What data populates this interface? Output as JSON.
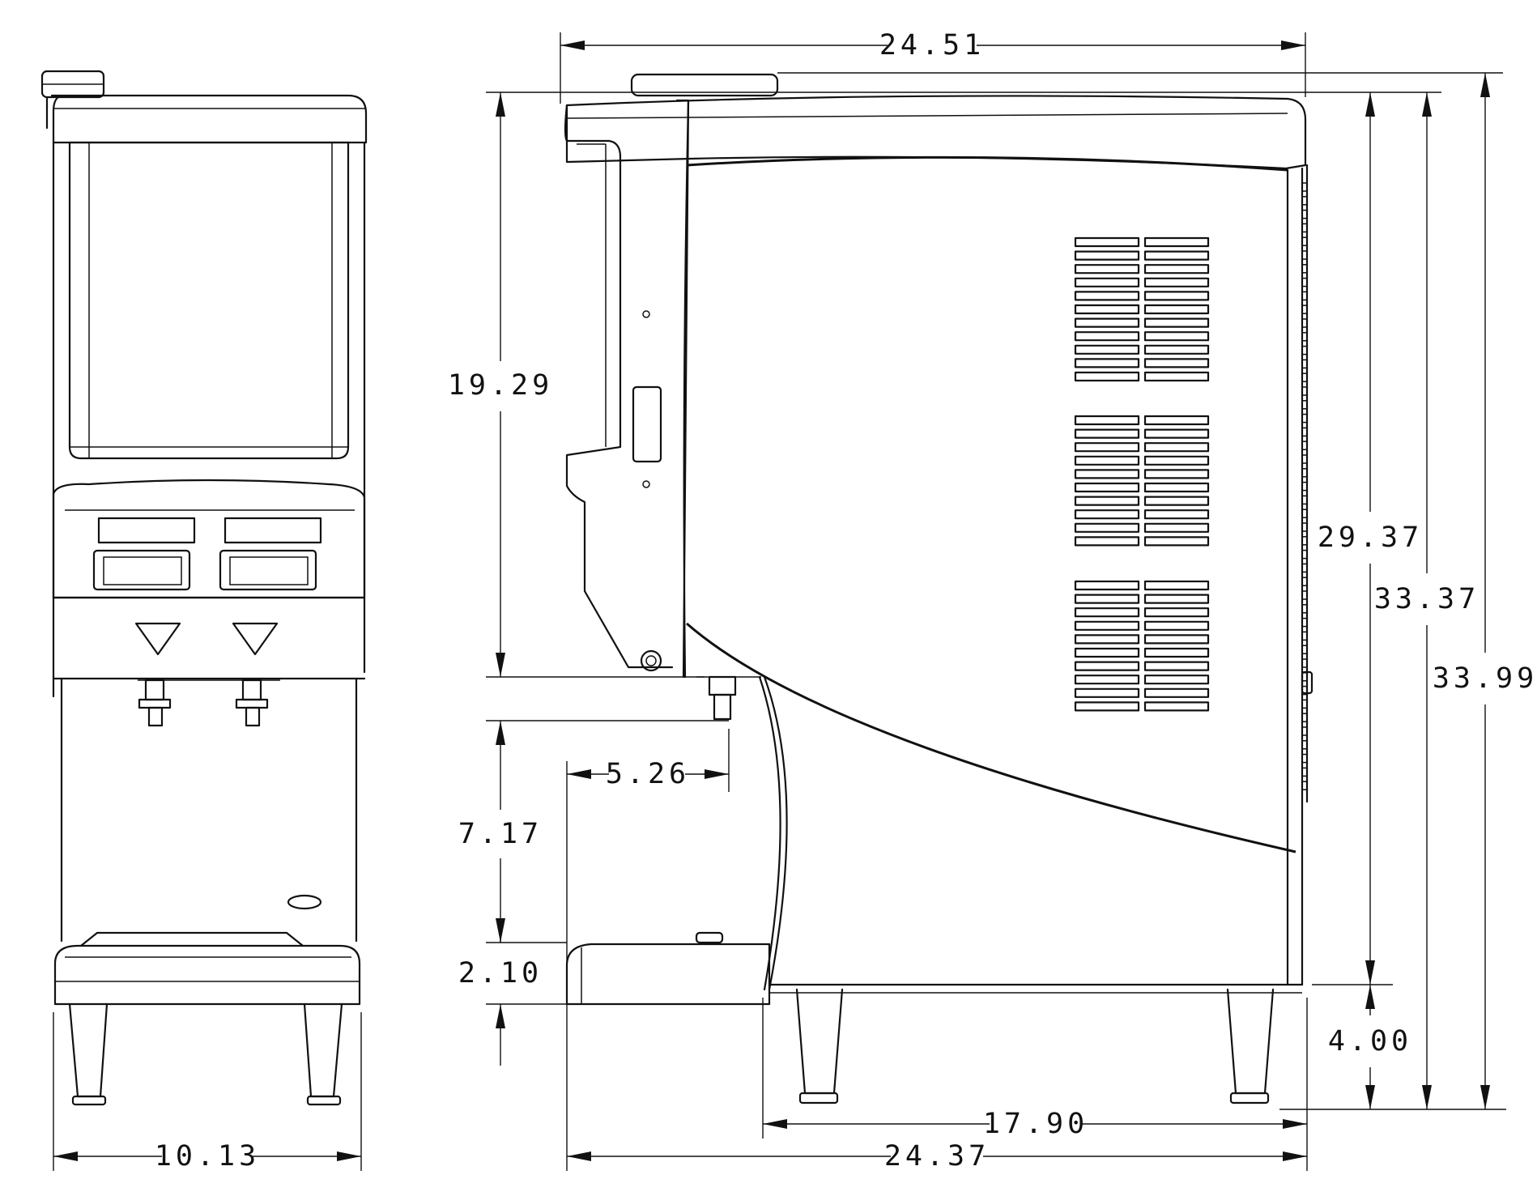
{
  "dimensions": {
    "front_width": "10.13",
    "side_top_width": "24.51",
    "hopper_height": "19.29",
    "nozzle_offset": "5.26",
    "dispense_clearance": "7.17",
    "drip_tray_height": "2.10",
    "body_height": "29.37",
    "height_to_top": "33.37",
    "overall_height": "33.99",
    "leg_height": "4.00",
    "cabinet_depth": "17.90",
    "overall_depth": "24.37"
  },
  "colors": {
    "line": "#111111",
    "background": "#ffffff"
  }
}
